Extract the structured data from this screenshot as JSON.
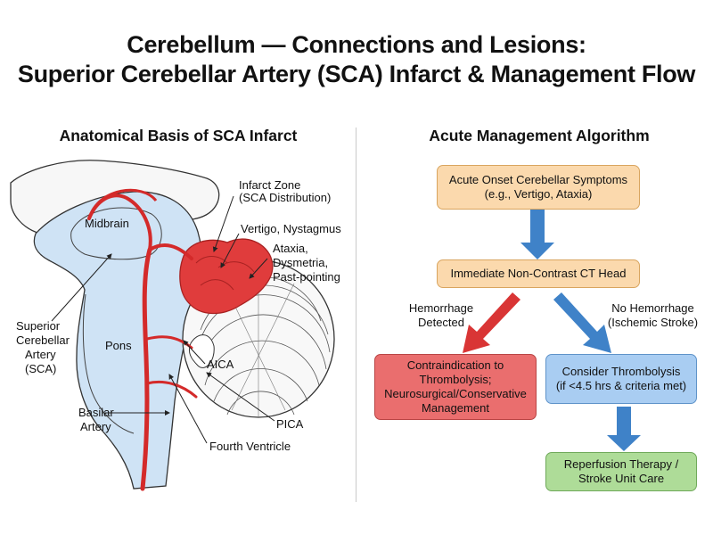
{
  "title": {
    "line1": "Cerebellum — Connections and Lesions:",
    "line2": "Superior Cerebellar Artery (SCA) Infarct & Management Flow"
  },
  "left_panel": {
    "heading": "Anatomical Basis of SCA Infarct",
    "labels": {
      "midbrain": "Midbrain",
      "pons": "Pons",
      "infarct_zone_1": "Infarct Zone",
      "infarct_zone_2": "(SCA Distribution)",
      "vertigo": "Vertigo, Nystagmus",
      "ataxia_1": "Ataxia,",
      "ataxia_2": "Dysmetria,",
      "ataxia_3": "Past-pointing",
      "sca_1": "Superior",
      "sca_2": "Cerebellar",
      "sca_3": "Artery",
      "sca_4": "(SCA)",
      "basilar_1": "Basilar",
      "basilar_2": "Artery",
      "aica": "AICA",
      "pica": "PICA",
      "fourth_ventricle": "Fourth Ventricle"
    }
  },
  "right_panel": {
    "heading": "Acute Management Algorithm",
    "box_onset": {
      "line1": "Acute Onset Cerebellar Symptoms",
      "line2": "(e.g., Vertigo, Ataxia)"
    },
    "box_ct": {
      "line1": "Immediate Non-Contrast CT Head"
    },
    "label_hemorrhage": {
      "line1": "Hemorrhage",
      "line2": "Detected"
    },
    "label_no_hemorrhage": {
      "line1": "No Hemorrhage",
      "line2": "(Ischemic Stroke)"
    },
    "box_contra": {
      "line1": "Contraindication to",
      "line2": "Thrombolysis;",
      "line3": "Neurosurgical/Conservative",
      "line4": "Management"
    },
    "box_thrombo": {
      "line1": "Consider Thrombolysis",
      "line2": "(if <4.5 hrs & criteria met)"
    },
    "box_reperfusion": {
      "line1": "Reperfusion Therapy /",
      "line2": "Stroke Unit Care"
    }
  },
  "colors": {
    "artery_red": "#d42a2a",
    "infarct_red": "#e03c3c",
    "brainstem_blue": "#cfe3f5",
    "arrow_blue": "#3f82c8",
    "arrow_red": "#d93535",
    "box_orange": "#fbd9ad",
    "box_red": "#ea6e6e",
    "box_blue": "#a9cdf2",
    "box_green": "#aedc98"
  }
}
